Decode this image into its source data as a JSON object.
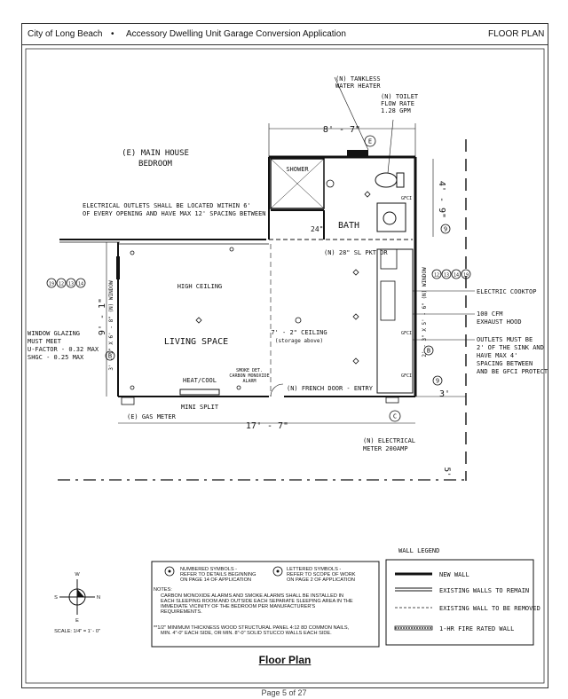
{
  "header": {
    "city": "City of Long Beach",
    "separator": "•",
    "application": "Accessory Dwelling Unit Garage Conversion Application",
    "sheet": "FLOOR PLAN"
  },
  "labels": {
    "main_house_1": "(E) MAIN HOUSE",
    "main_house_2": "BEDROOM",
    "outlets_note_1": "ELECTRICAL OUTLETS SHALL BE LOCATED WITHIN 6'",
    "outlets_note_2": "OF EVERY OPENING AND HAVE MAX 12' SPACING BETWEEN",
    "water_heater_1": "(N) TANKLESS",
    "water_heater_2": "WATER HEATER",
    "toilet_1": "(N) TOILET",
    "toilet_2": "FLOW RATE",
    "toilet_3": "1.28 GPM",
    "dim_top": "8' - 7\"",
    "dim_bath": "4' - 9\"",
    "dim_bottom": "17' - 7\"",
    "dim_right_small": "3'",
    "dim_right_v": "5'",
    "shower": "SHOWER",
    "dim_24": "24\"",
    "bath": "BATH",
    "pocket_door": "(N) 28\" SL PKT DR",
    "high_ceiling": "HIGH CEILING",
    "living_space": "LIVING SPACE",
    "ceiling_1": "7' - 2\" CEILING",
    "ceiling_2": "(storage above)",
    "window_left": "3' - 1\" X 6' - 8\" (N) WINDOW",
    "window_left_dim": "9' - 1\"",
    "window_right": "2' - 3\" X 5' - 6\" (N) WINDOW",
    "glazing_1": "WINDOW GLAZING",
    "glazing_2": "MUST MEET",
    "glazing_3": "U-FACTOR - 0.32 MAX",
    "glazing_4": "SHGC - 0.25 MAX",
    "smoke_1": "SMOKE DET.",
    "smoke_2": "CARBON MONOXIDE",
    "smoke_3": "ALARM",
    "heat_cool": "HEAT/COOL",
    "mini_split": "MINI SPLIT",
    "gas_meter": "(E) GAS METER",
    "french_door": "(N) FRENCH DOOR - ENTRY",
    "electric_meter_1": "(N) ELECTRICAL",
    "electric_meter_2": "METER 200AMP",
    "cooktop": "ELECTRIC COOKTOP",
    "hood_1": "100 CFM",
    "hood_2": "EXHAUST HOOD",
    "outlets_kitchen_1": "OUTLETS MUST BE",
    "outlets_kitchen_2": "2' OF THE SINK AND",
    "outlets_kitchen_3": "HAVE MAX 4'",
    "outlets_kitchen_4": "SPACING BETWEEN",
    "outlets_kitchen_5": "AND BE GFCI PROTECTED",
    "gfci": "GFCI"
  },
  "symbols": {
    "group_left": [
      "19",
      "12",
      "13",
      "14"
    ],
    "group_right": [
      "12",
      "13",
      "14",
      "19"
    ],
    "nine": "9",
    "b": "B",
    "c": "C",
    "e": "E"
  },
  "compass": {
    "n": "N",
    "s": "S",
    "e": "E",
    "w": "W",
    "scale": "SCALE: 1/4\" = 1' - 0\""
  },
  "notes": {
    "numbered_1": "NUMBERED SYMBOLS -",
    "numbered_2": "REFER TO DETAILS BEGINNING",
    "numbered_3": "ON PAGE 14 OF APPLICATION",
    "lettered_1": "LETTERED SYMBOLS -",
    "lettered_2": "REFER TO SCOPE OF WORK",
    "lettered_3": "ON PAGE 2 OF APPLICATION",
    "notes_title": "NOTES:",
    "note1_1": "CARBON MONOXIDE ALARMS AND SMOKE ALARMS SHALL BE INSTALLED IN",
    "note1_2": "EACH SLEEPING ROOM AND OUTSIDE EACH SEPARATE SLEEPING AREA IN THE",
    "note1_3": "IMMEDIATE VICINITY OF THE BEDROOM PER MANUFACTURER'S",
    "note1_4": "REQUIREMENTS.",
    "note2_1": "**1/2\" MINIMUM THICKNESS WOOD STRUCTURAL PANEL 4:12 8D COMMON NAILS,",
    "note2_2": "MIN. 4\"-0\" EACH SIDE, OR MIN. 8\"-0\" SOLID STUCCO WALLS EACH SIDE."
  },
  "legend": {
    "title": "WALL LEGEND",
    "new_wall": "NEW WALL",
    "remain": "EXISTING WALLS TO REMAIN",
    "remove": "EXISTING WALL TO BE REMOVED",
    "rated": "1-HR FIRE RATED WALL"
  },
  "caption": "Floor Plan",
  "page": "Page 5 of 27"
}
